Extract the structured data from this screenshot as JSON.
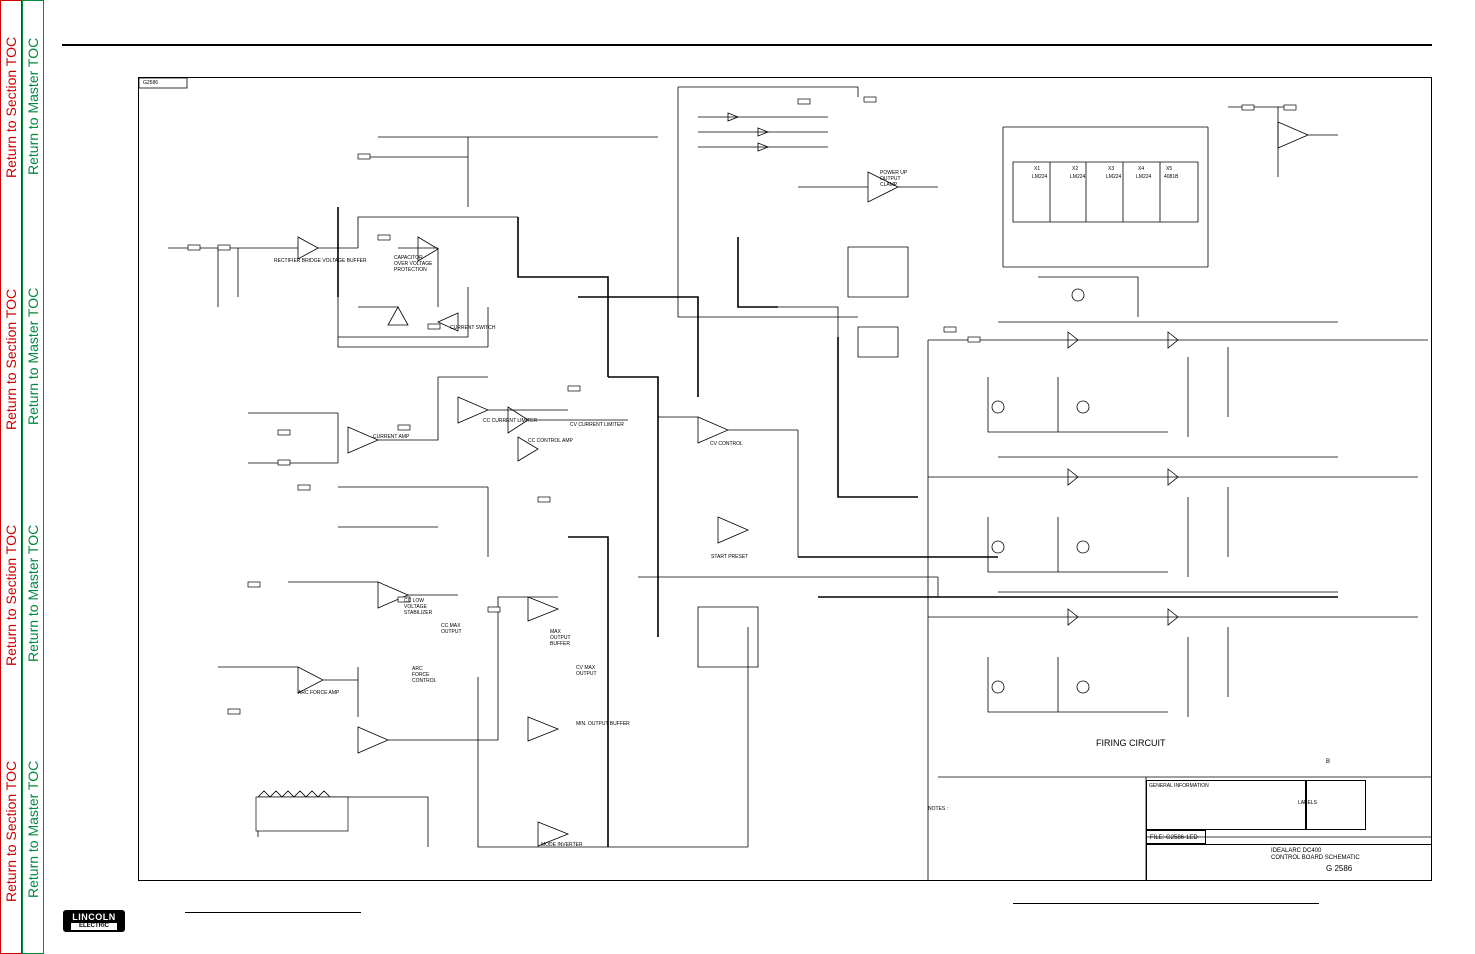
{
  "nav": {
    "section_toc": "Return to Section TOC",
    "master_toc": "Return to Master TOC"
  },
  "colors": {
    "section_toc": "#cc0000",
    "master_toc": "#008a3a"
  },
  "logo": {
    "line1": "LINCOLN",
    "line2": "ELECTRIC"
  },
  "schematic": {
    "corner_ref": "G2586",
    "regions": {
      "rectifier_buffer": "RECTIFIER BRIDGE VOLTAGE BUFFER",
      "capacitor_protection": "CAPACITOR OVER VOLTAGE PROTECTION",
      "current_switch": "CURRENT SWITCH",
      "current_amp": "CURRENT AMP",
      "cc_current_limiter": "CC CURRENT LIMITER",
      "cv_current_limiter": "CV CURRENT LIMITER",
      "cc_control_amp": "CC CONTROL AMP",
      "cv_control": "CV CONTROL",
      "start_preset": "START PRESET",
      "cc_low_voltage_stabilizer": "CC LOW VOLTAGE STABILIZER",
      "cc_max_output": "CC MAX OUTPUT",
      "cv_max_output": "CV MAX OUTPUT",
      "arc_force_control": "ARC FORCE CONTROL",
      "arc_force_amp": "ARC FORCE AMP",
      "cv_max_output_buffer": "MAX OUTPUT BUFFER",
      "min_output_buffer": "MIN. OUTPUT BUFFER",
      "mode_inverter": "MODE INVERTER",
      "power_up_clamp": "POWER UP OUTPUT CLAMP",
      "firing_circuit": "FIRING CIRCUIT"
    },
    "ics": [
      "LM224",
      "LM224",
      "LM224",
      "LM224",
      "4081B"
    ],
    "ic_labels": [
      "X1",
      "X2",
      "X3",
      "X4",
      "X5"
    ]
  },
  "title_block": {
    "general_information": "GENERAL INFORMATION",
    "labels": "LABELS",
    "notes": "NOTES :",
    "file": "FILE: G2586-1ED",
    "product": "IDEALARC DC400",
    "drawing_title": "CONTROL BOARD SCHEMATIC",
    "drawing_number": "G 2586",
    "rev": "B"
  }
}
